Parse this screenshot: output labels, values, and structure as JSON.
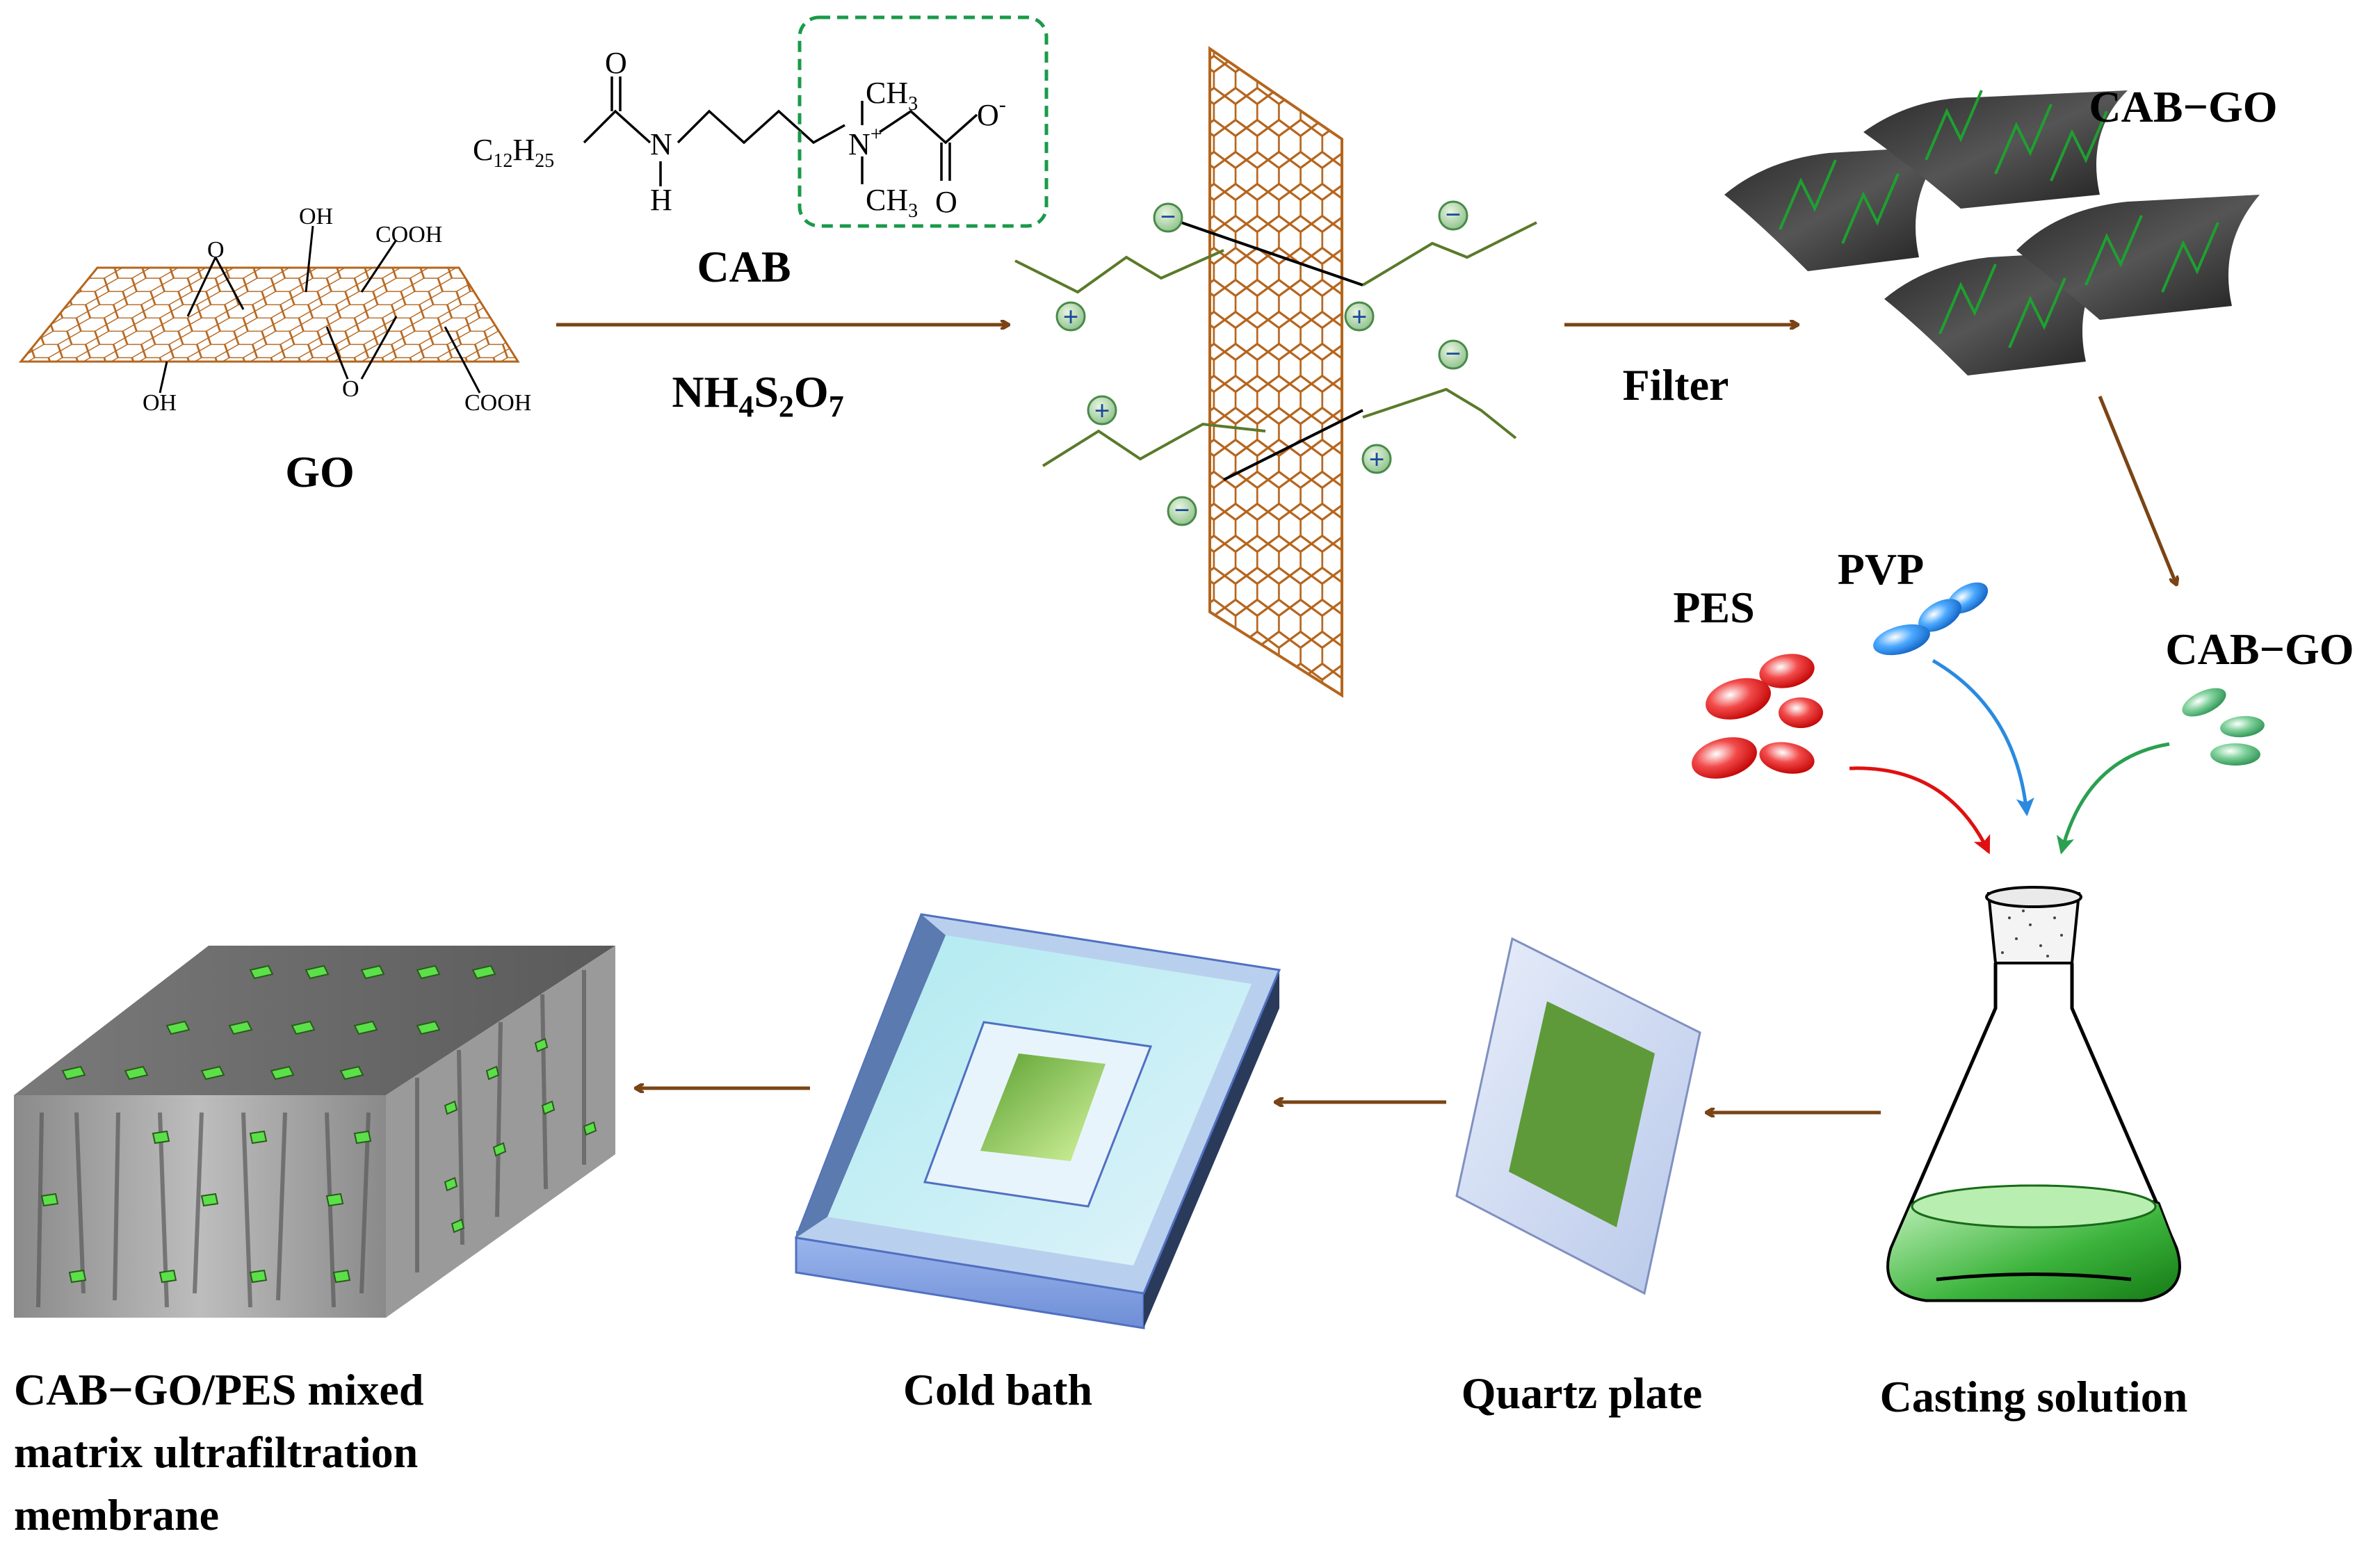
{
  "labels": {
    "go": "GO",
    "cab": "CAB",
    "reagent_main": "NH",
    "reagent_sub1": "4",
    "reagent_s": "S",
    "reagent_sub2": "2",
    "reagent_o": "O",
    "reagent_sub3": "7",
    "filter": "Filter",
    "cab_go_top": "CAB−GO",
    "pvp": "PVP",
    "pes": "PES",
    "cab_go_mid": "CAB−GO",
    "casting_solution": "Casting solution",
    "quartz_plate": "Quartz plate",
    "cold_bath": "Cold bath",
    "membrane_line1": "CAB−GO/PES mixed",
    "membrane_line2": "matrix ultrafiltration",
    "membrane_line3": "membrane"
  },
  "go_groups": {
    "oh_top": "OH",
    "cooh_top": "COOH",
    "o_top": "O",
    "oh_bottom": "OH",
    "o_bottom": "O",
    "cooh_bottom": "COOH"
  },
  "cab_structure": {
    "chain": "C",
    "chain_sub1": "12",
    "chain_h": "H",
    "chain_sub2": "25",
    "carbonyl_o": "O",
    "amide_n": "N",
    "amide_h": "H",
    "methyl_top": "CH",
    "methyl_top_sub": "3",
    "methyl_bottom": "CH",
    "methyl_bottom_sub": "3",
    "quat_n": "N",
    "quat_charge": "+",
    "carboxyl_o_minus": "O",
    "carboxyl_charge": "-",
    "carboxyl_o": "O"
  },
  "charges": {
    "minus": "−",
    "plus": "+"
  },
  "colors": {
    "arrow_brown": "#7a4414",
    "graphene": "#b5651d",
    "chain_green": "#5a7a2a",
    "pes_red": "#e01010",
    "pvp_blue": "#2a8ae0",
    "cab_go_green": "#2aa050",
    "solution_green": "#3cb43c",
    "dashed_box": "#1a9a4a"
  }
}
